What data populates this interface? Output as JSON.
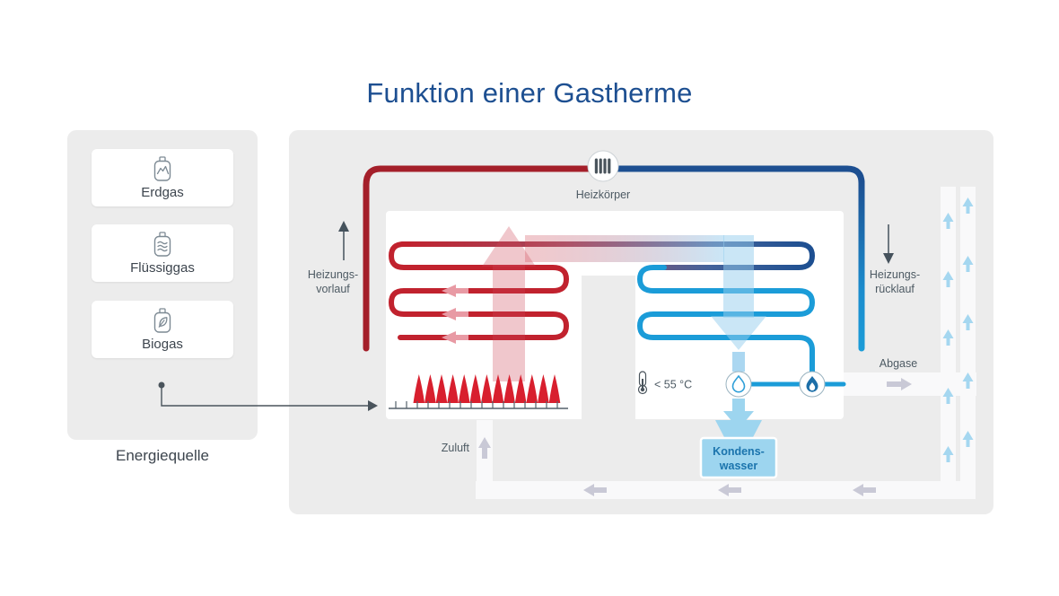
{
  "title": "Funktion einer Gastherme",
  "colors": {
    "title_blue": "#1d4f91",
    "hot_red_outer": "#a41f2a",
    "hot_red": "#c1222e",
    "cold_blue": "#1b9cd8",
    "navy": "#1d4f91",
    "panel_gray": "#ececec",
    "light_blue": "#9dd5ef",
    "flow_arrow_gray": "#c9c9d6",
    "label_gray": "#4d5a63",
    "condensate_text": "#1b74ad"
  },
  "energy_source": {
    "caption": "Energiequelle",
    "items": [
      {
        "label": "Erdgas",
        "icon": "gas-bottle-mountain-icon"
      },
      {
        "label": "Flüssiggas",
        "icon": "gas-bottle-waves-icon"
      },
      {
        "label": "Biogas",
        "icon": "gas-bottle-leaf-icon"
      }
    ]
  },
  "boiler": {
    "radiator_label": "Heizkörper",
    "flow_label_line1": "Heizungs-",
    "flow_label_line2": "vorlauf",
    "return_label_line1": "Heizungs-",
    "return_label_line2": "rücklauf",
    "temperature_label": "< 55 °C",
    "exhaust_label": "Abgase",
    "air_supply_label": "Zuluft",
    "condensate_line1": "Kondens-",
    "condensate_line2": "wasser"
  }
}
